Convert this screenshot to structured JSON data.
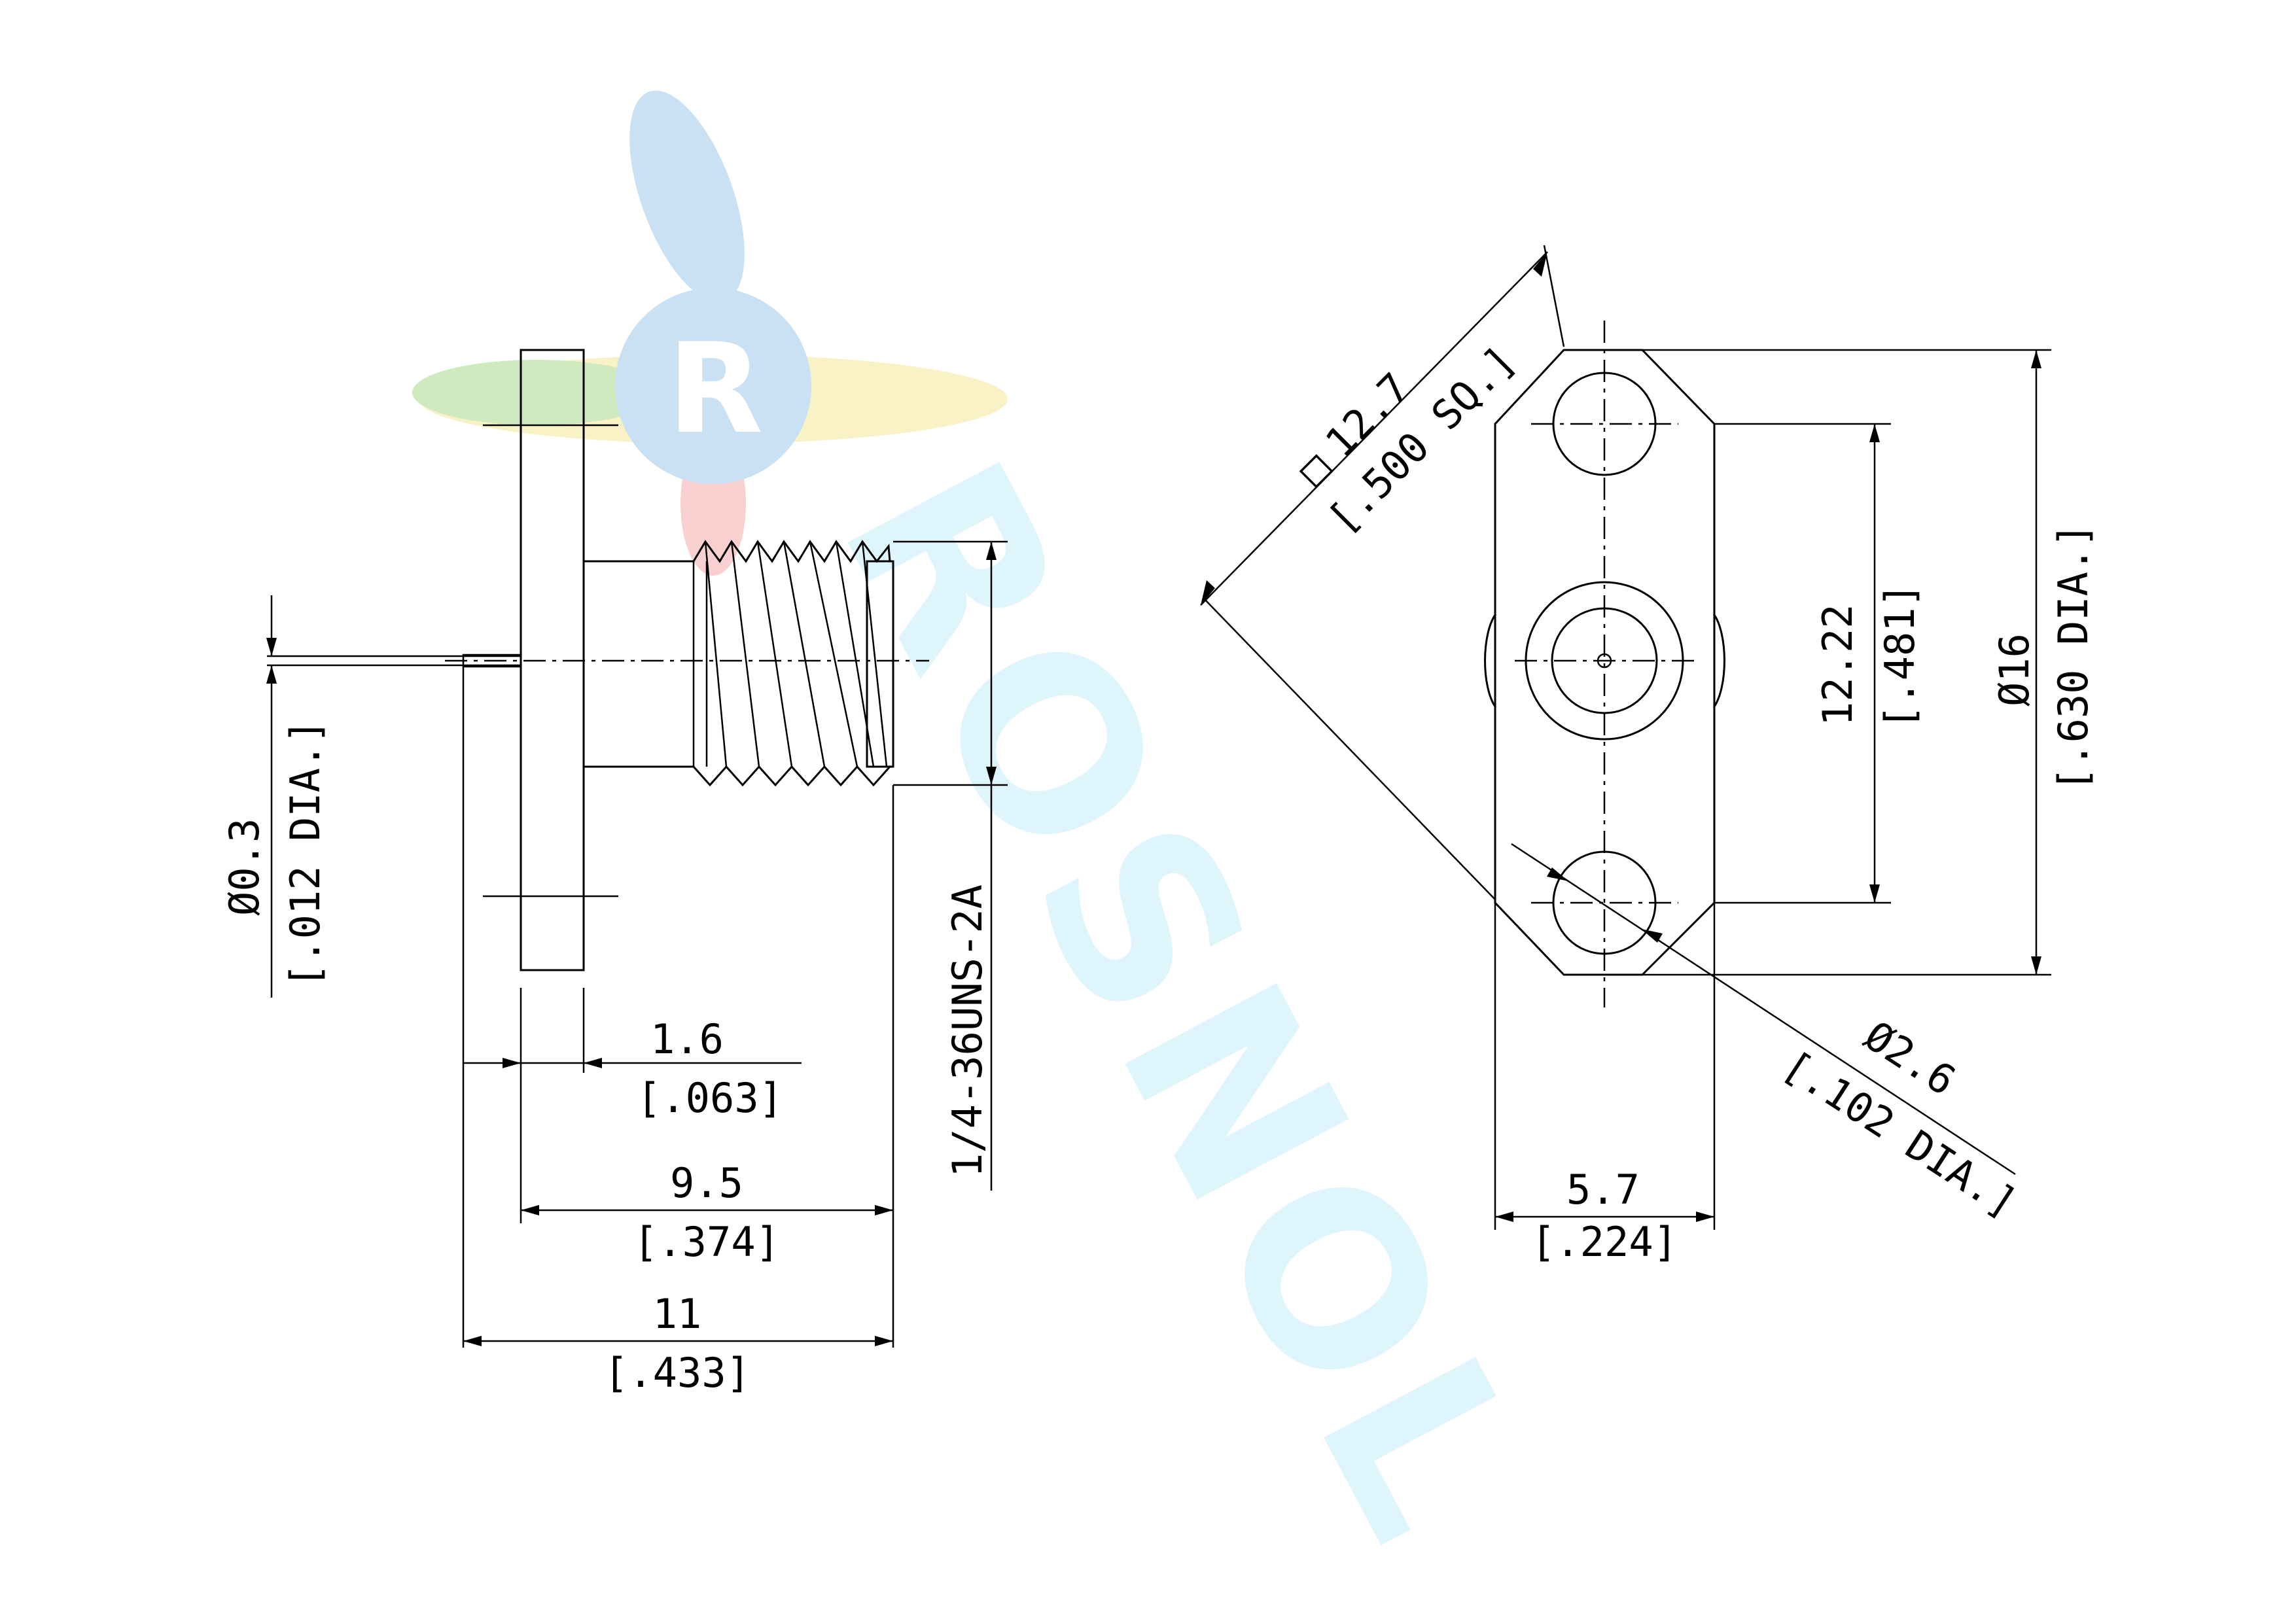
{
  "watermark": {
    "logo_letter": "R",
    "brand_text": "ROSNOL",
    "colors": {
      "blue": "#9fc6ea",
      "green": "#a9d98a",
      "yellow": "#f6e79a",
      "red": "#f4a9a9",
      "cyan": "#c6ecf8"
    }
  },
  "side_view": {
    "pin_diameter": "Ø0.3",
    "pin_diameter_in": "[.012 DIA.]",
    "thread_spec": "1/4-36UNS-2A",
    "flange_thickness": "1.6",
    "flange_thickness_in": "[.063]",
    "body_length": "9.5",
    "body_length_in": "[.374]",
    "overall_length": "11",
    "overall_length_in": "[.433]"
  },
  "front_view": {
    "square_symbol": "□",
    "flange_square": "12.7",
    "flange_square_in": "[.500 SQ.]",
    "hole_spacing": "12.22",
    "hole_spacing_in": "[.481]",
    "flange_diameter": "Ø16",
    "flange_diameter_in": "[.630 DIA.]",
    "hole_diameter": "Ø2.6",
    "hole_diameter_in": "[.102 DIA.]",
    "flange_width": "5.7",
    "flange_width_in": "[.224]"
  }
}
